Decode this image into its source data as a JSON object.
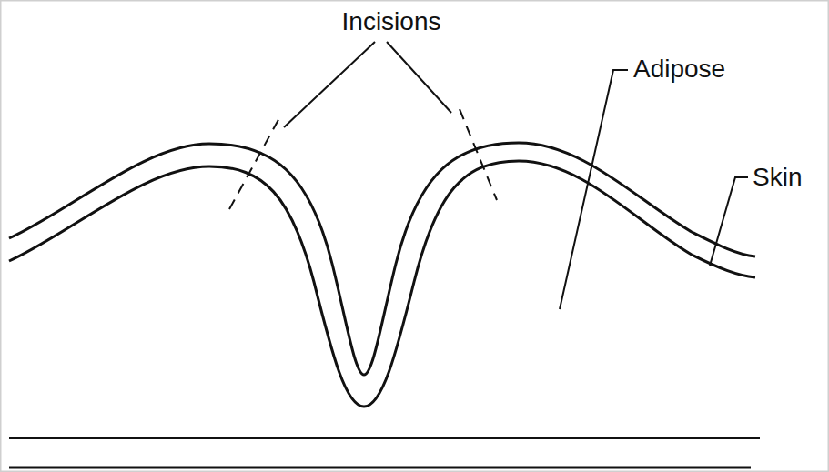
{
  "diagram": {
    "labels": [
      "Incisions",
      "Adipose",
      "Skin"
    ]
  }
}
